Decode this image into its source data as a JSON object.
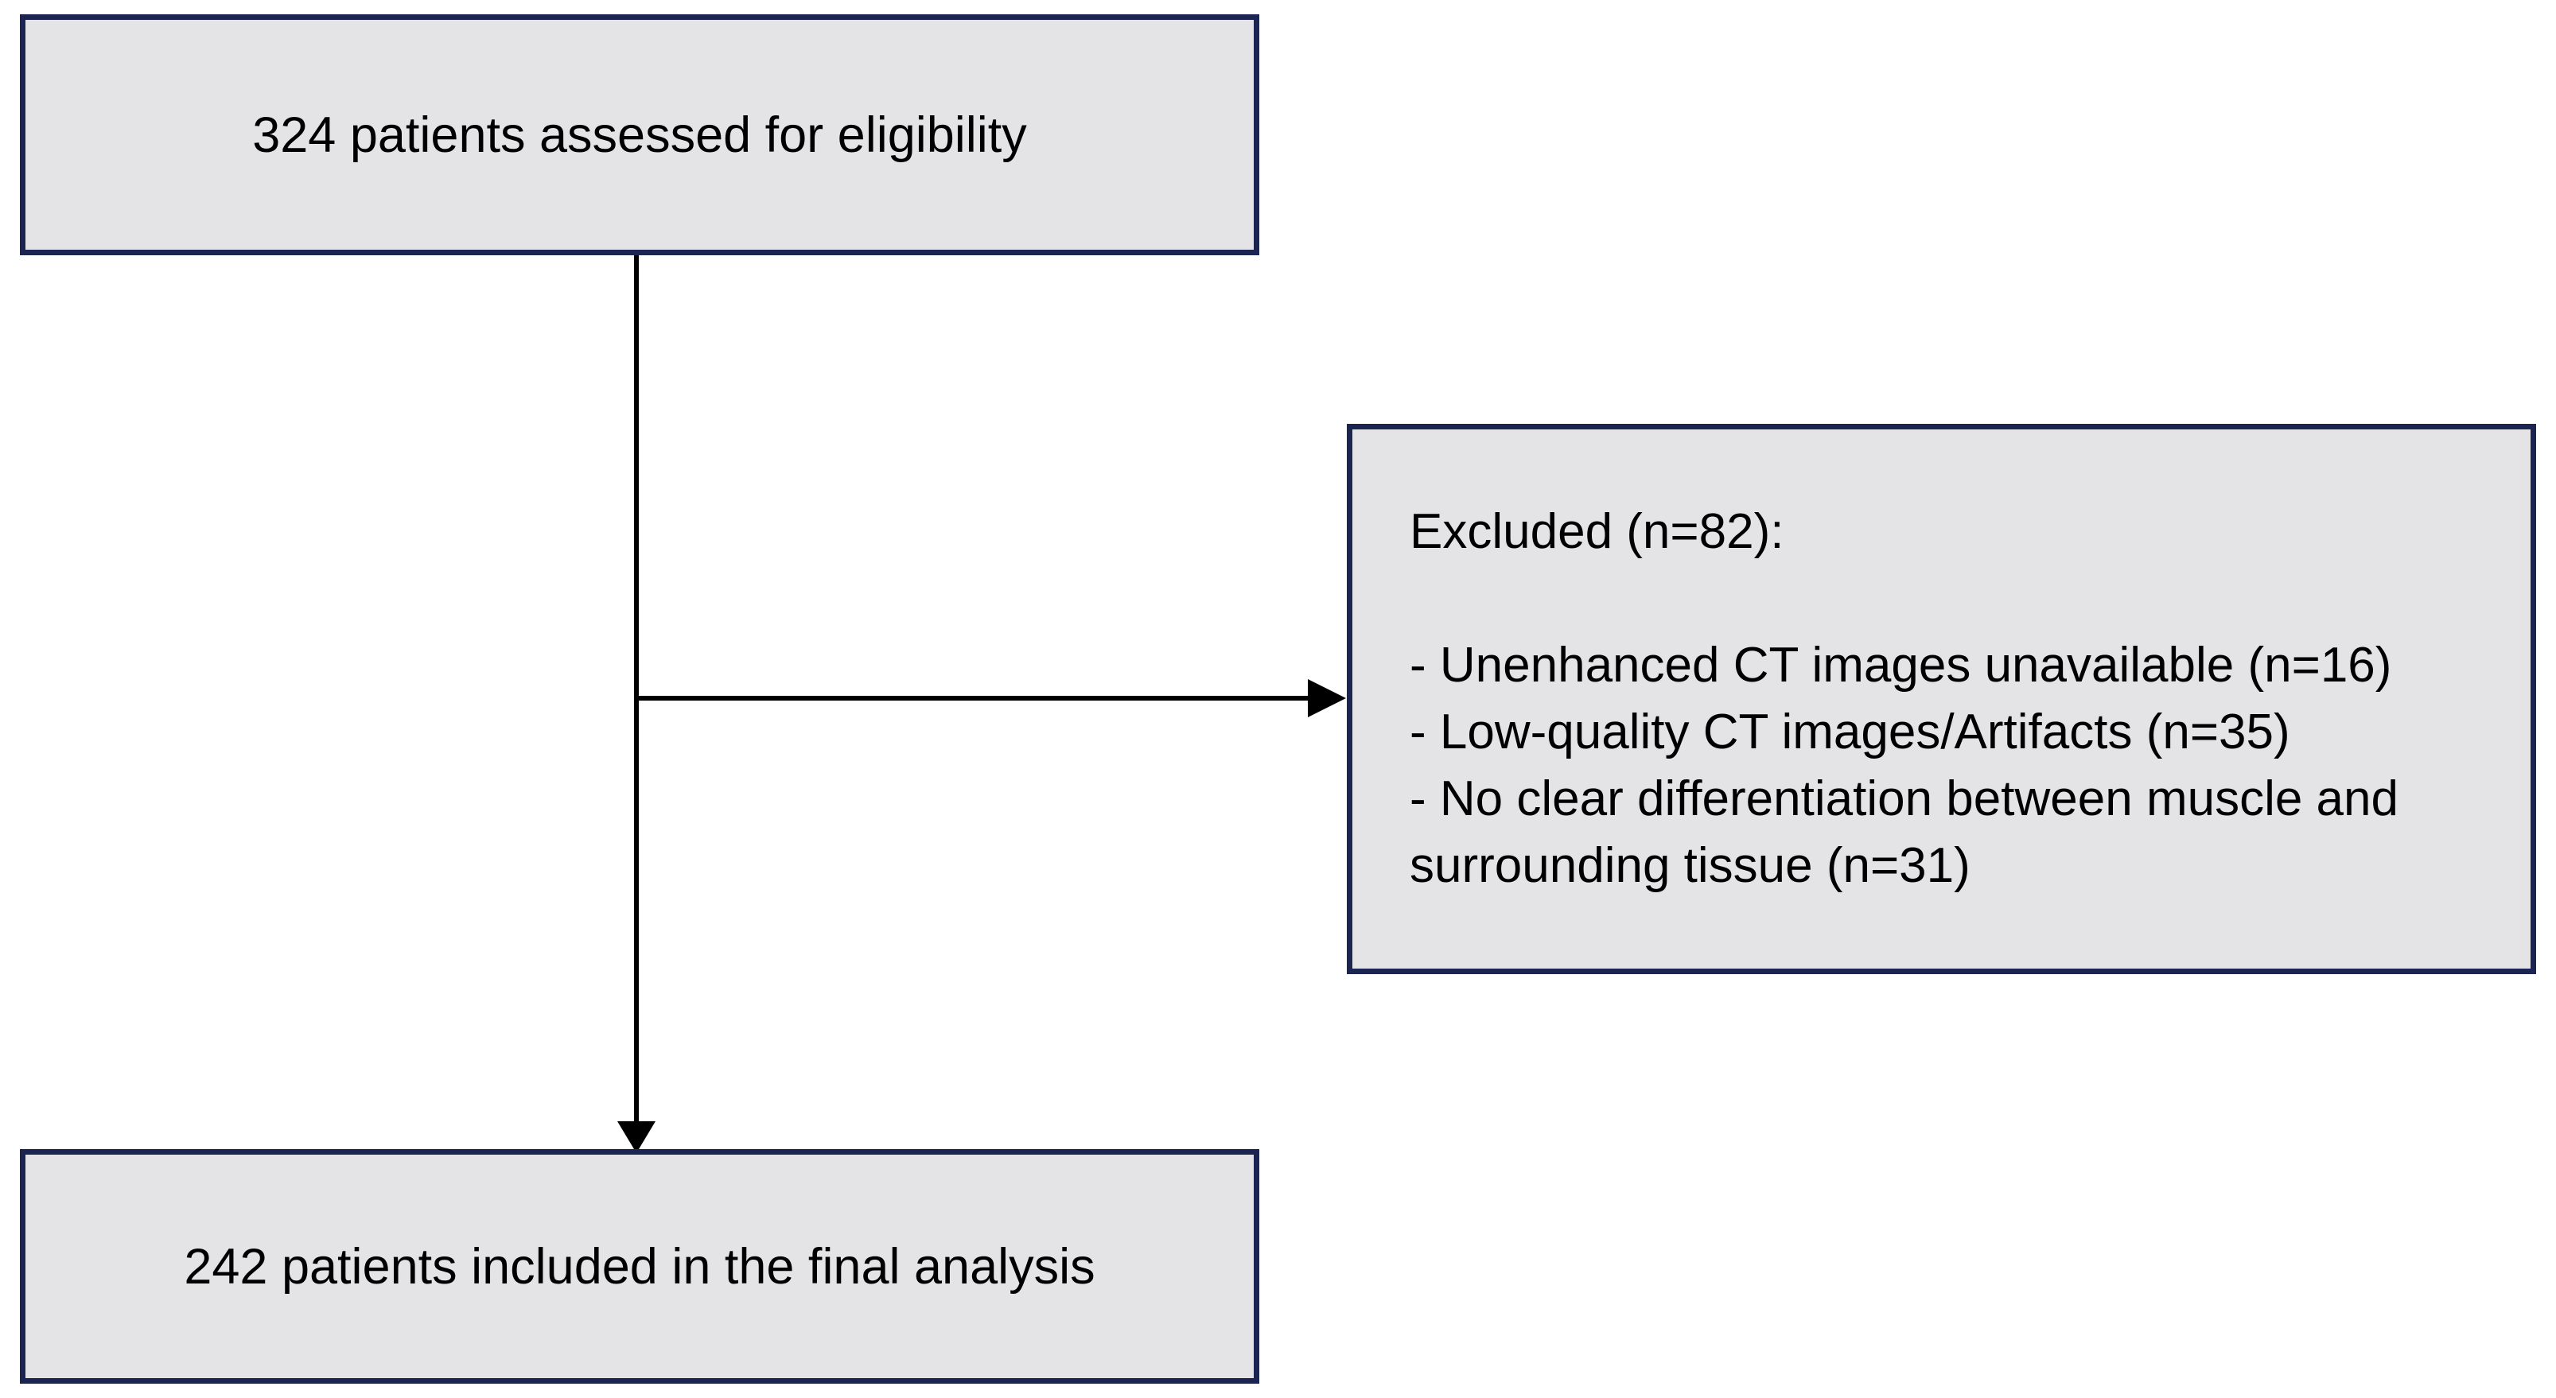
{
  "diagram": {
    "type": "flowchart",
    "description": "Patient eligibility / exclusion flow diagram (CONSORT-style)",
    "nodes": {
      "assessed": {
        "text": "324 patients assessed for eligibility",
        "count": 324
      },
      "excluded": {
        "header": "Excluded (n=82):",
        "count": 82,
        "items": [
          "- Unenhanced CT images unavailable (n=16)",
          "- Low-quality CT images/Artifacts (n=35)",
          "- No clear differentiation between muscle and surrounding tissue (n=31)"
        ],
        "item_counts": [
          16,
          35,
          31
        ]
      },
      "included": {
        "text": "242 patients included in the final analysis",
        "count": 242
      }
    },
    "edges": [
      {
        "from": "assessed",
        "to": "included",
        "style": "arrow-down"
      },
      {
        "from": "assessed",
        "to": "excluded",
        "style": "arrow-right-branch"
      }
    ],
    "colors": {
      "box_fill": "#e4e4e6",
      "box_border": "#1c2451",
      "line": "#000000",
      "text": "#000000",
      "background": "#ffffff"
    }
  }
}
